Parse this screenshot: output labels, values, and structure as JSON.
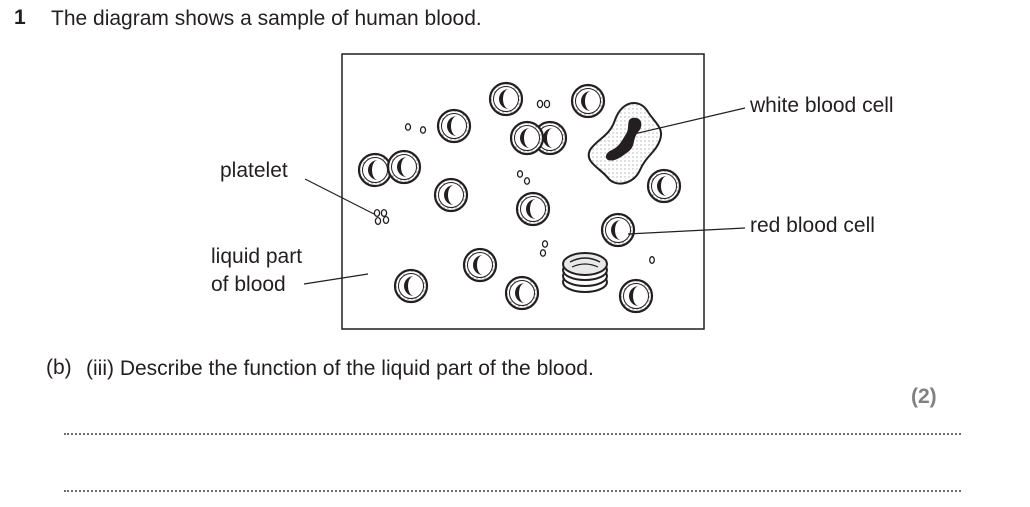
{
  "question": {
    "number": "1",
    "text": "The diagram shows a sample of human blood."
  },
  "diagram": {
    "labels": {
      "white_blood_cell": "white blood cell",
      "red_blood_cell": "red blood cell",
      "platelet": "platelet",
      "liquid_part_line1": "liquid part",
      "liquid_part_line2": "of blood"
    }
  },
  "part": {
    "label": "(b)",
    "subpart": "(iii) Describe the function of the liquid part of the blood.",
    "marks": "(2)"
  }
}
